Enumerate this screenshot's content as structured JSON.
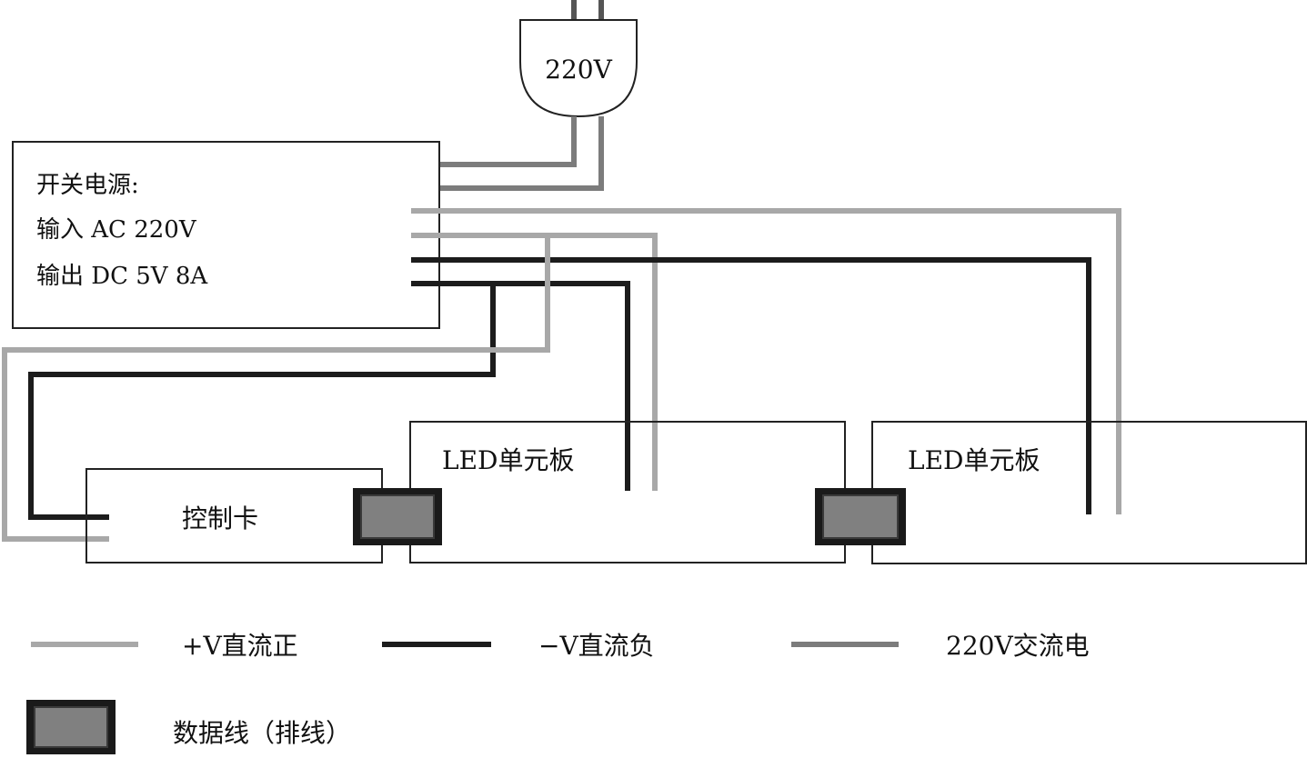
{
  "plug": {
    "label": "220V"
  },
  "psu": {
    "line1": "开关电源:",
    "line2": "输入 AC 220V",
    "line3": "输出 DC 5V 8A"
  },
  "led_board_1": {
    "label": "LED单元板"
  },
  "led_board_2": {
    "label": "LED单元板"
  },
  "controller": {
    "label": "控制卡"
  },
  "legend": {
    "pos_label": "+V直流正",
    "neg_label": "−V直流负",
    "ac_label": "220V交流电",
    "data_label": "数据线（排线）"
  },
  "colors": {
    "positive": "#a8a8a8",
    "negative": "#1c1c1c",
    "ac": "#7c7c7c",
    "connector_fill": "#808080",
    "connector_border": "#1a1a1a"
  }
}
